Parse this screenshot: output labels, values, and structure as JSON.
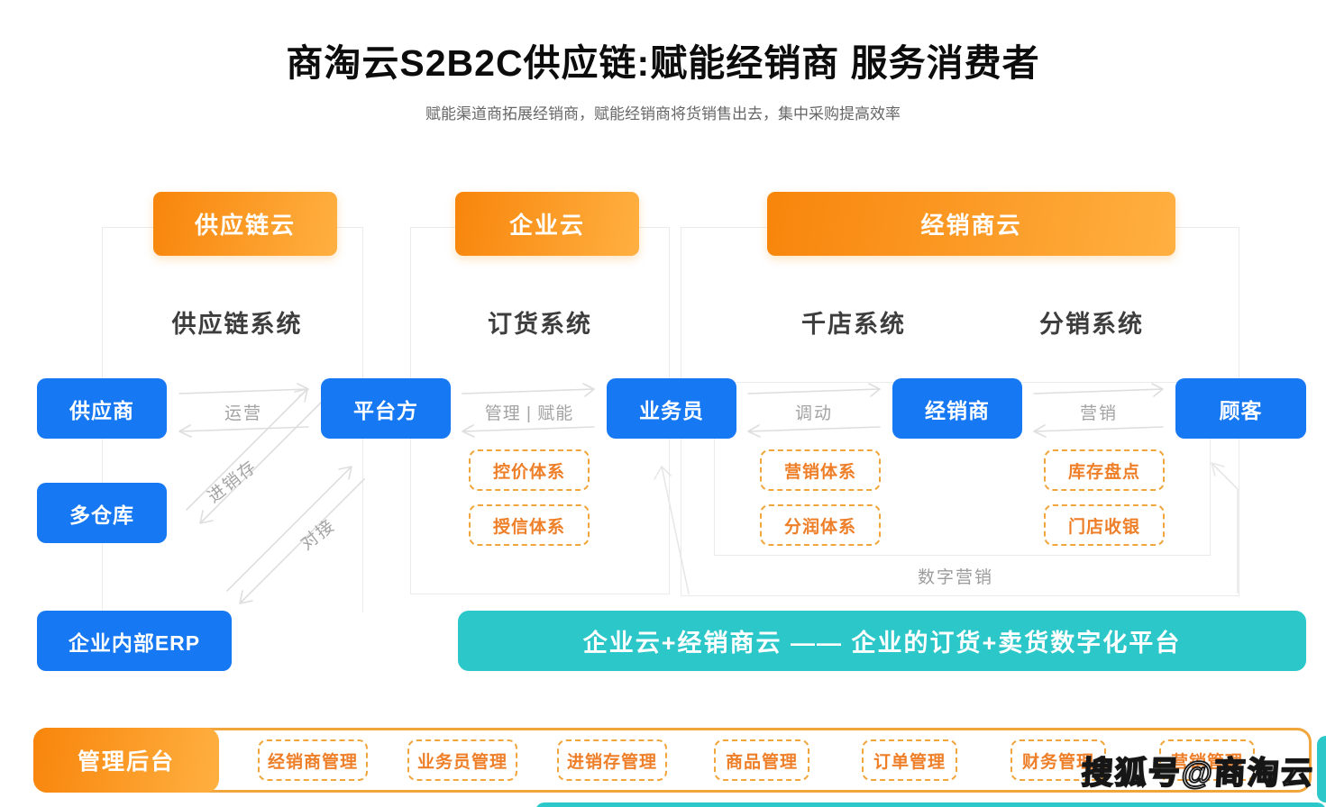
{
  "header": {
    "title": "商淘云S2B2C供应链:赋能经销商  服务消费者",
    "subtitle": "赋能渠道商拓展经销商，赋能经销商将货销售出去，集中采购提高效率"
  },
  "clouds": {
    "supply_chain": {
      "label": "供应链云",
      "system": "供应链系统"
    },
    "enterprise": {
      "label": "企业云",
      "system": "订货系统"
    },
    "distributor": {
      "label": "经销商云",
      "system_left": "千店系统",
      "system_right": "分销系统",
      "footnote": "数字营销"
    }
  },
  "nodes": {
    "supplier": "供应商",
    "multi_warehouse": "多仓库",
    "internal_erp": "企业内部ERP",
    "platform": "平台方",
    "salesman": "业务员",
    "distributor": "经销商",
    "customer": "顾客"
  },
  "flows": {
    "operation": "运营",
    "purchase_sale_stock": "进销存",
    "connect": "对接",
    "manage_empower": "管理 | 赋能",
    "mobilize": "调动",
    "marketing": "营销"
  },
  "capabilities": {
    "price_control": "控价体系",
    "credit": "授信体系",
    "marketing_system": "营销体系",
    "profit_sharing": "分润体系",
    "inventory_check": "库存盘点",
    "store_cashier": "门店收银"
  },
  "banner": {
    "text": "企业云+经销商云 —— 企业的订货+卖货数字化平台"
  },
  "admin_bar": {
    "label": "管理后台",
    "items": [
      "经销商管理",
      "业务员管理",
      "进销存管理",
      "商品管理",
      "订单管理",
      "财务管理",
      "营销管理"
    ]
  },
  "watermark": "搜狐号@商淘云",
  "colors": {
    "node_blue": "#1678f2",
    "pill_orange_start": "#f8850b",
    "pill_orange_end": "#ffb041",
    "dashed_border": "#f0a63c",
    "dashed_text": "#ee7f28",
    "teal": "#2bc7c9",
    "container_border": "#ebebeb",
    "arrow_line": "#dedede",
    "flow_label": "#a3a3a3"
  }
}
